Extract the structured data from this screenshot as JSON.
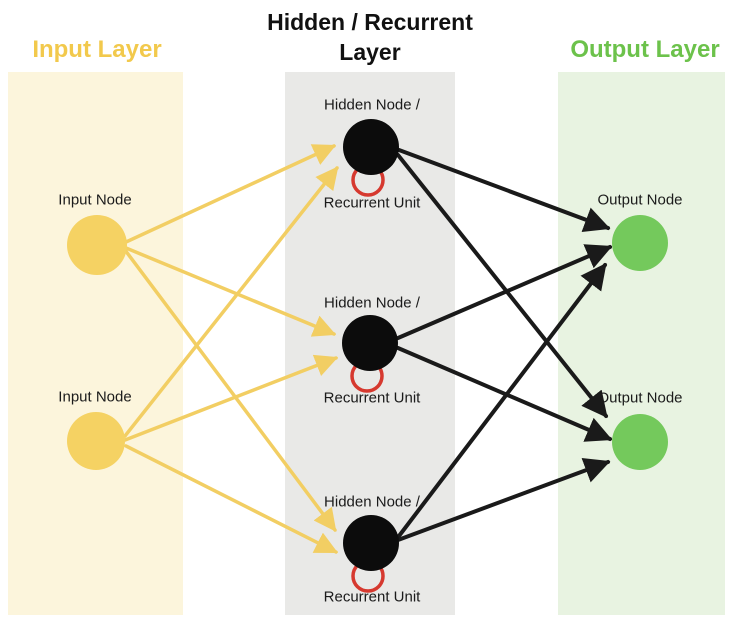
{
  "title": {
    "line1": "Hidden / Recurrent",
    "line2": "Layer",
    "color": "#111111"
  },
  "input_layer": {
    "heading": "Input Layer",
    "heading_color": "#F2C94C",
    "band_color": "#FCF5DC",
    "node_label": "Input Node",
    "node_color": "#F5D263",
    "node_count": 2
  },
  "hidden_layer": {
    "node_label_top": "Hidden Node /",
    "node_label_bottom": "Recurrent Unit",
    "band_color": "#E9E9E7",
    "node_color": "#0C0C0C",
    "recurrent_loop_color": "#D6392F",
    "node_count": 3
  },
  "output_layer": {
    "heading": "Output Layer",
    "heading_color": "#6CC24B",
    "band_color": "#E8F3E1",
    "node_label": "Output Node",
    "node_color": "#74C95C",
    "node_count": 2
  },
  "edges": {
    "input_to_hidden": {
      "color": "#F2CE63",
      "pairs": [
        [
          "input-1",
          "hidden-1"
        ],
        [
          "input-1",
          "hidden-2"
        ],
        [
          "input-1",
          "hidden-3"
        ],
        [
          "input-2",
          "hidden-1"
        ],
        [
          "input-2",
          "hidden-2"
        ],
        [
          "input-2",
          "hidden-3"
        ]
      ]
    },
    "hidden_to_output": {
      "color": "#1A1A1A",
      "pairs": [
        [
          "hidden-1",
          "output-1"
        ],
        [
          "hidden-1",
          "output-2"
        ],
        [
          "hidden-2",
          "output-1"
        ],
        [
          "hidden-2",
          "output-2"
        ],
        [
          "hidden-3",
          "output-1"
        ],
        [
          "hidden-3",
          "output-2"
        ]
      ]
    },
    "recurrent_loops": [
      "hidden-1",
      "hidden-2",
      "hidden-3"
    ]
  }
}
